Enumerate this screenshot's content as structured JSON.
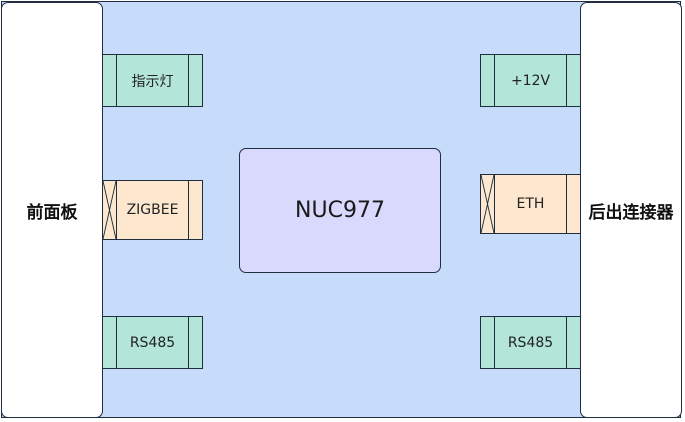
{
  "left_panel": {
    "label": "前面板"
  },
  "right_panel": {
    "label": "后出连接器"
  },
  "processor": {
    "label": "NUC977"
  },
  "modules": {
    "indicator": "指示灯",
    "zigbee": "ZIGBEE",
    "rs485_left": "RS485",
    "power": "+12V",
    "eth": "ETH",
    "rs485_right": "RS485"
  },
  "colors": {
    "board": "#c7dcfb",
    "processor": "#d8d9fd",
    "module_green": "#b3e6d9",
    "module_orange": "#fde8cf"
  }
}
